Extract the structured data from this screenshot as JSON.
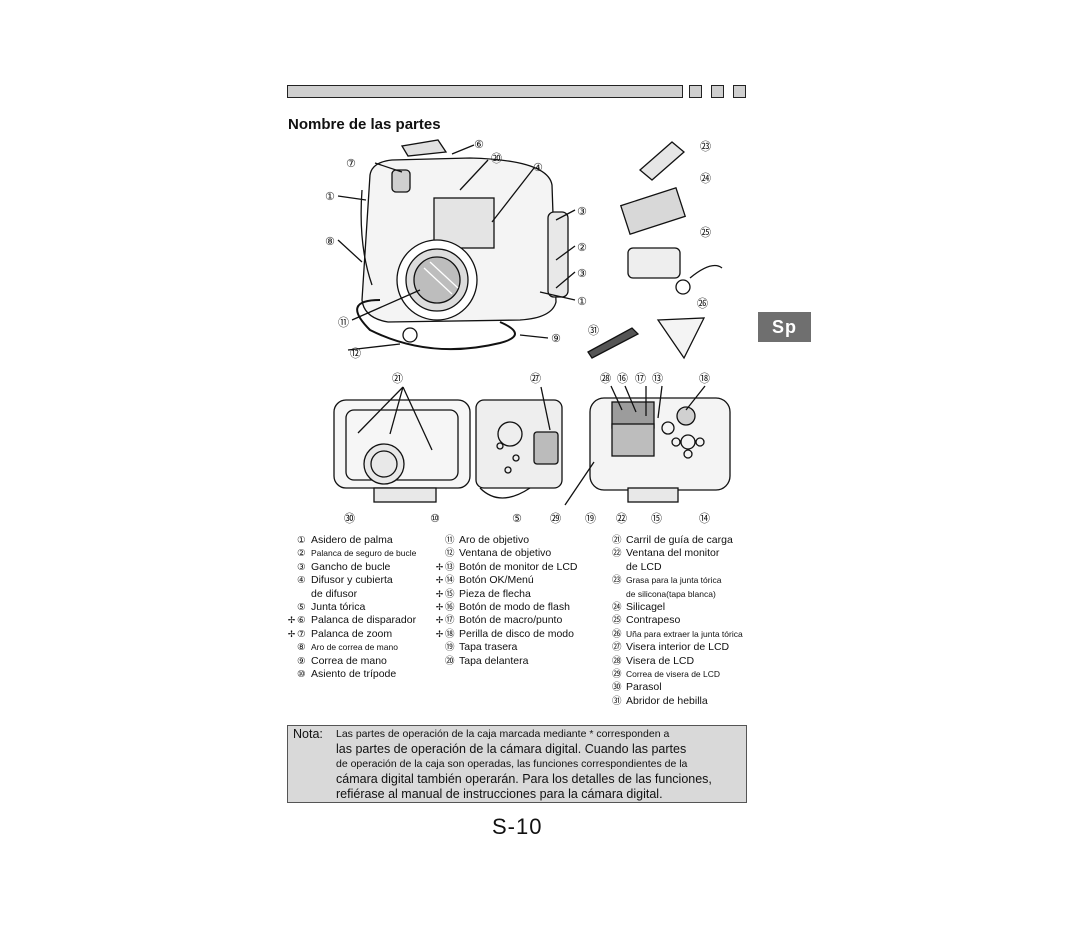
{
  "header": {
    "section_title": "Nombre de las partes",
    "side_tab": "Sp"
  },
  "callout_labels": {
    "a6": "⑥",
    "a7": "⑦",
    "a20": "⑳",
    "a4": "④",
    "a1": "①",
    "a8": "⑧",
    "a3": "③",
    "a2": "②",
    "a3b": "③",
    "a1b": "①",
    "a11": "⑪",
    "a9": "⑨",
    "a12": "⑫",
    "a23": "㉓",
    "a24": "㉔",
    "a25": "㉕",
    "a26": "㉖",
    "a31": "㉛",
    "a21": "㉑",
    "a27": "㉗",
    "a28": "㉘",
    "a16": "⑯",
    "a17": "⑰",
    "a13": "⑬",
    "a18": "⑱",
    "a30": "㉚",
    "a10": "⑩",
    "a5": "⑤",
    "a29": "㉙",
    "a19": "⑲",
    "a22": "㉒",
    "a15": "⑮",
    "a14": "⑭"
  },
  "legend": {
    "col1": [
      {
        "n": "①",
        "text": "Asidero de palma"
      },
      {
        "n": "②",
        "text": "Palanca de seguro de bucle",
        "small": true
      },
      {
        "n": "③",
        "text": "Gancho de bucle"
      },
      {
        "n": "④",
        "text": "Difusor y cubierta",
        "text2": "de difusor"
      },
      {
        "n": "⑤",
        "text": "Junta tórica"
      },
      {
        "mark": "✢",
        "n": "⑥",
        "text": "Palanca de disparador"
      },
      {
        "mark": "✢",
        "n": "⑦",
        "text": "Palanca de zoom"
      },
      {
        "n": "⑧",
        "text": "Aro de correa de mano",
        "small": true
      },
      {
        "n": "⑨",
        "text": "Correa de mano"
      },
      {
        "n": "⑩",
        "text": "Asiento de trípode"
      }
    ],
    "col2": [
      {
        "n": "⑪",
        "text": "Aro de objetivo"
      },
      {
        "n": "⑫",
        "text": "Ventana de objetivo"
      },
      {
        "mark": "✢",
        "n": "⑬",
        "text": "Botón de monitor de LCD"
      },
      {
        "mark": "✢",
        "n": "⑭",
        "text": "Botón OK/Menú"
      },
      {
        "mark": "✢",
        "n": "⑮",
        "text": "Pieza de flecha"
      },
      {
        "mark": "✢",
        "n": "⑯",
        "text": "Botón de modo de flash"
      },
      {
        "mark": "✢",
        "n": "⑰",
        "text": "Botón de macro/punto"
      },
      {
        "mark": "✢",
        "n": "⑱",
        "text": "Perilla de disco de modo"
      },
      {
        "n": "⑲",
        "text": "Tapa trasera"
      },
      {
        "n": "⑳",
        "text": "Tapa delantera"
      }
    ],
    "col3": [
      {
        "n": "㉑",
        "text": "Carril de guía de carga"
      },
      {
        "n": "㉒",
        "text": "Ventana del monitor",
        "text2": "de LCD"
      },
      {
        "n": "㉓",
        "text": "Grasa para la junta tórica",
        "text2": "de silicona(tapa blanca)",
        "small": true
      },
      {
        "n": "㉔",
        "text": "Silicagel"
      },
      {
        "n": "㉕",
        "text": "Contrapeso"
      },
      {
        "n": "㉖",
        "text": "Uña para extraer la junta tórica",
        "small": true
      },
      {
        "n": "㉗",
        "text": "Visera interior de LCD"
      },
      {
        "n": "㉘",
        "text": "Visera de LCD"
      },
      {
        "n": "㉙",
        "text": "Correa de visera de LCD",
        "small": true
      },
      {
        "n": "㉚",
        "text": "Parasol"
      },
      {
        "n": "㉛",
        "text": "Abridor de hebilla"
      }
    ]
  },
  "note": {
    "label": "Nota:",
    "line1": "Las partes de operación de la caja marcada mediante * corresponden a",
    "line2": "las partes de operación de la cámara digital. Cuando las partes",
    "line3": "de operación de la caja son operadas, las funciones correspondientes de la",
    "line4": "cámara digital también operarán. Para los detalles de las funciones,",
    "line5": "refiérase al manual de instrucciones para la cámara digital."
  },
  "page_number": "S-10"
}
